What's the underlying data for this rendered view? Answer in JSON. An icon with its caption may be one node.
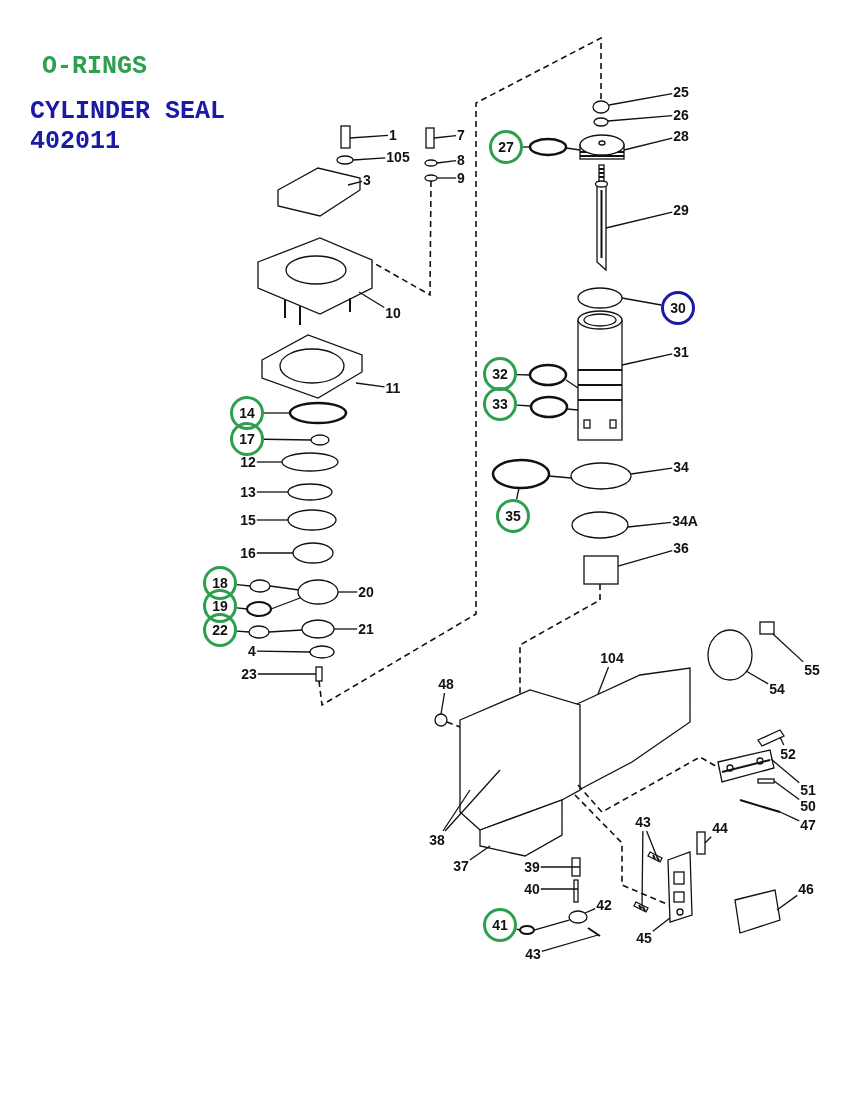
{
  "diagram": {
    "nodes": [
      {
        "text": [
          "1"
        ]
      },
      {
        "text": [
          "105"
        ]
      },
      {
        "text": [
          "3"
        ]
      },
      {
        "text": [
          "7"
        ]
      },
      {
        "text": [
          "8"
        ]
      },
      {
        "text": [
          "9"
        ]
      },
      {
        "text": [
          "10"
        ]
      },
      {
        "text": [
          "11"
        ]
      },
      {
        "text": [
          "27"
        ]
      },
      {
        "text": [
          "25"
        ]
      },
      {
        "text": [
          "26"
        ]
      },
      {
        "text": [
          "28"
        ]
      },
      {
        "text": [
          "29"
        ]
      },
      {
        "text": [
          "30"
        ]
      },
      {
        "text": [
          "31"
        ]
      },
      {
        "text": [
          "32"
        ]
      },
      {
        "text": [
          "33"
        ]
      },
      {
        "text": [
          "34"
        ]
      },
      {
        "text": [
          "35"
        ]
      },
      {
        "text": [
          "34A"
        ]
      },
      {
        "text": [
          "36"
        ]
      },
      {
        "text": [
          "14"
        ]
      },
      {
        "text": [
          "17"
        ]
      },
      {
        "text": [
          "12"
        ]
      },
      {
        "text": [
          "13"
        ]
      },
      {
        "text": [
          "15"
        ]
      },
      {
        "text": [
          "16"
        ]
      },
      {
        "text": [
          "18"
        ]
      },
      {
        "text": [
          "19"
        ]
      },
      {
        "text": [
          "22"
        ]
      },
      {
        "text": [
          "20"
        ]
      },
      {
        "text": [
          "21"
        ]
      },
      {
        "text": [
          "4"
        ]
      },
      {
        "text": [
          "23"
        ]
      },
      {
        "text": [
          "104"
        ]
      },
      {
        "text": [
          "48"
        ]
      },
      {
        "text": [
          "55"
        ]
      },
      {
        "text": [
          "54"
        ]
      },
      {
        "text": [
          "52"
        ]
      },
      {
        "text": [
          "51"
        ]
      },
      {
        "text": [
          "50"
        ]
      },
      {
        "text": [
          "47"
        ]
      },
      {
        "text": [
          "43"
        ]
      },
      {
        "text": [
          "44"
        ]
      },
      {
        "text": [
          "38"
        ]
      },
      {
        "text": [
          "37"
        ]
      },
      {
        "text": [
          "39"
        ]
      },
      {
        "text": [
          "40"
        ]
      },
      {
        "text": [
          "46"
        ]
      },
      {
        "text": [
          "42"
        ]
      },
      {
        "text": [
          "41"
        ]
      },
      {
        "text": [
          "45"
        ]
      },
      {
        "text": [
          "43"
        ]
      },
      {
        "text": [],
        "shape": "box"
      },
      {
        "text": [],
        "shape": "circle"
      },
      {
        "text": [],
        "shape": "picture"
      },
      {
        "text": [],
        "shape": "box"
      },
      {
        "text": [],
        "shape": "circle"
      },
      {
        "text": [],
        "shape": "circle"
      },
      {
        "text": [],
        "shape": "picture"
      },
      {
        "text": [],
        "shape": "picture"
      },
      {
        "text": [],
        "shape": "circle"
      },
      {
        "text": [],
        "shape": "circle"
      },
      {
        "text": [],
        "shape": "circle"
      },
      {
        "text": [],
        "shape": "picture"
      },
      {
        "text": [],
        "shape": "picture"
      },
      {
        "text": [],
        "shape": "circle"
      },
      {
        "text": [],
        "shape": "picture"
      },
      {
        "text": [],
        "shape": "circle"
      },
      {
        "text": [],
        "shape": "circle"
      },
      {
        "text": [],
        "shape": "circle"
      },
      {
        "text": [],
        "shape": "circle"
      },
      {
        "text": [],
        "shape": "circle"
      },
      {
        "text": [],
        "shape": "box"
      },
      {
        "text": [],
        "shape": "circle"
      },
      {
        "text": [],
        "shape": "circle"
      },
      {
        "text": [],
        "shape": "circle"
      },
      {
        "text": [],
        "shape": "circle"
      },
      {
        "text": [],
        "shape": "circle"
      },
      {
        "text": [],
        "shape": "circle"
      },
      {
        "text": [],
        "shape": "circle"
      },
      {
        "text": [],
        "shape": "circle"
      },
      {
        "text": [],
        "shape": "circle"
      },
      {
        "text": [],
        "shape": "circle"
      },
      {
        "text": [],
        "shape": "circle"
      },
      {
        "text": [],
        "shape": "circle"
      },
      {
        "text": [],
        "shape": "box"
      },
      {
        "text": [],
        "shape": "picture"
      },
      {
        "text": [],
        "shape": "circle"
      },
      {
        "text": [],
        "shape": "box"
      },
      {
        "text": [],
        "shape": "circle"
      },
      {
        "text": [],
        "shape": "picture"
      },
      {
        "text": [],
        "shape": "picture"
      },
      {
        "text": [],
        "shape": "box"
      },
      {
        "text": [],
        "shape": "picture"
      },
      {
        "text": [],
        "shape": "picture"
      },
      {
        "text": [],
        "shape": "picture"
      },
      {
        "text": [],
        "shape": "box"
      },
      {
        "text": [],
        "shape": "picture"
      },
      {
        "text": [],
        "shape": "picture"
      },
      {
        "text": [],
        "shape": "box"
      },
      {
        "text": [],
        "shape": "box"
      },
      {
        "text": [],
        "shape": "picture"
      },
      {
        "text": [],
        "shape": "circle"
      },
      {
        "text": [],
        "shape": "circle"
      },
      {
        "text": [],
        "shape": "picture"
      },
      {
        "text": [],
        "shape": "picture"
      }
    ],
    "edges": [
      {
        "from": 0,
        "to": 53,
        "arrow": "none"
      },
      {
        "from": 1,
        "to": 54,
        "arrow": "none"
      },
      {
        "from": 2,
        "to": 55,
        "arrow": "none"
      },
      {
        "from": 3,
        "to": 56,
        "arrow": "none"
      },
      {
        "from": 4,
        "to": 57,
        "arrow": "none"
      },
      {
        "from": 5,
        "to": 58,
        "arrow": "none"
      },
      {
        "from": 6,
        "to": 59,
        "arrow": "none"
      },
      {
        "from": 7,
        "to": 60,
        "arrow": "none"
      },
      {
        "from": 8,
        "to": 61,
        "arrow": "none"
      },
      {
        "from": 9,
        "to": 62,
        "arrow": "none"
      },
      {
        "from": 10,
        "to": 63,
        "arrow": "none"
      },
      {
        "from": 11,
        "to": 64,
        "arrow": "none"
      },
      {
        "from": 12,
        "to": 65,
        "arrow": "none"
      },
      {
        "from": 13,
        "to": 66,
        "arrow": "none"
      },
      {
        "from": 14,
        "to": 67,
        "arrow": "none"
      },
      {
        "from": 15,
        "to": 68,
        "arrow": "none"
      },
      {
        "from": 16,
        "to": 69,
        "arrow": "none"
      },
      {
        "from": 17,
        "to": 70,
        "arrow": "none"
      },
      {
        "from": 18,
        "to": 71,
        "arrow": "none"
      },
      {
        "from": 19,
        "to": 72,
        "arrow": "none"
      },
      {
        "from": 20,
        "to": 73,
        "arrow": "none"
      },
      {
        "from": 21,
        "to": 74,
        "arrow": "none"
      },
      {
        "from": 22,
        "to": 75,
        "arrow": "none"
      },
      {
        "from": 23,
        "to": 76,
        "arrow": "none"
      },
      {
        "from": 24,
        "to": 77,
        "arrow": "none"
      },
      {
        "from": 25,
        "to": 78,
        "arrow": "none"
      },
      {
        "from": 26,
        "to": 79,
        "arrow": "none"
      },
      {
        "from": 27,
        "to": 80,
        "arrow": "none"
      },
      {
        "from": 28,
        "to": 81,
        "arrow": "none"
      },
      {
        "from": 29,
        "to": 82,
        "arrow": "none"
      },
      {
        "from": 30,
        "to": 83,
        "arrow": "none"
      },
      {
        "from": 31,
        "to": 84,
        "arrow": "none"
      },
      {
        "from": 32,
        "to": 85,
        "arrow": "none"
      },
      {
        "from": 33,
        "to": 86,
        "arrow": "none"
      },
      {
        "from": 34,
        "to": 87,
        "arrow": "none"
      },
      {
        "from": 35,
        "to": 88,
        "arrow": "none"
      },
      {
        "from": 36,
        "to": 89,
        "arrow": "none"
      },
      {
        "from": 37,
        "to": 90,
        "arrow": "none"
      },
      {
        "from": 38,
        "to": 91,
        "arrow": "none"
      },
      {
        "from": 39,
        "to": 92,
        "arrow": "none"
      },
      {
        "from": 40,
        "to": 93,
        "arrow": "none"
      },
      {
        "from": 41,
        "to": 94,
        "arrow": "none"
      },
      {
        "from": 42,
        "to": 95,
        "arrow": "none"
      },
      {
        "from": 42,
        "to": 96,
        "arrow": "none"
      },
      {
        "from": 43,
        "to": 97,
        "arrow": "none"
      },
      {
        "from": 44,
        "to": 98,
        "arrow": "none"
      },
      {
        "from": 44,
        "to": 98,
        "arrow": "none"
      },
      {
        "from": 45,
        "to": 99,
        "arrow": "none"
      },
      {
        "from": 46,
        "to": 100,
        "arrow": "none"
      },
      {
        "from": 47,
        "to": 101,
        "arrow": "none"
      },
      {
        "from": 48,
        "to": 102,
        "arrow": "none"
      },
      {
        "from": 49,
        "to": 103,
        "arrow": "none"
      },
      {
        "from": 50,
        "to": 104,
        "arrow": "none"
      },
      {
        "from": 51,
        "to": 105,
        "arrow": "none"
      },
      {
        "from": 52,
        "to": 106,
        "arrow": "none"
      },
      {
        "from": 61,
        "to": 64,
        "arrow": "none"
      },
      {
        "from": 80,
        "to": 83,
        "arrow": "none"
      },
      {
        "from": 81,
        "to": 83,
        "arrow": "none"
      },
      {
        "from": 82,
        "to": 84,
        "arrow": "none"
      },
      {
        "from": 68,
        "to": 67,
        "arrow": "none"
      },
      {
        "from": 69,
        "to": 67,
        "arrow": "none"
      },
      {
        "from": 71,
        "to": 70,
        "arrow": "none"
      },
      {
        "from": 104,
        "to": 103,
        "arrow": "none"
      },
      {
        "from": 58,
        "to": 59,
        "arrow": "none",
        "style": "dashed"
      },
      {
        "from": 86,
        "to": 62,
        "arrow": "none",
        "style": "dashed"
      },
      {
        "from": 73,
        "to": 98,
        "arrow": "none",
        "style": "dashed"
      },
      {
        "from": 88,
        "to": 98,
        "arrow": "none",
        "style": "dashed"
      },
      {
        "from": 98,
        "to": 92,
        "arrow": "none",
        "style": "dashed"
      },
      {
        "from": 98,
        "to": 105,
        "arrow": "none",
        "style": "dashed"
      }
    ],
    "legend": [
      {
        "text": "O-RINGS",
        "color": "#2e9e4f"
      },
      {
        "text": "CYLINDER SEAL 402011",
        "color": "#1a1aa6"
      }
    ]
  }
}
